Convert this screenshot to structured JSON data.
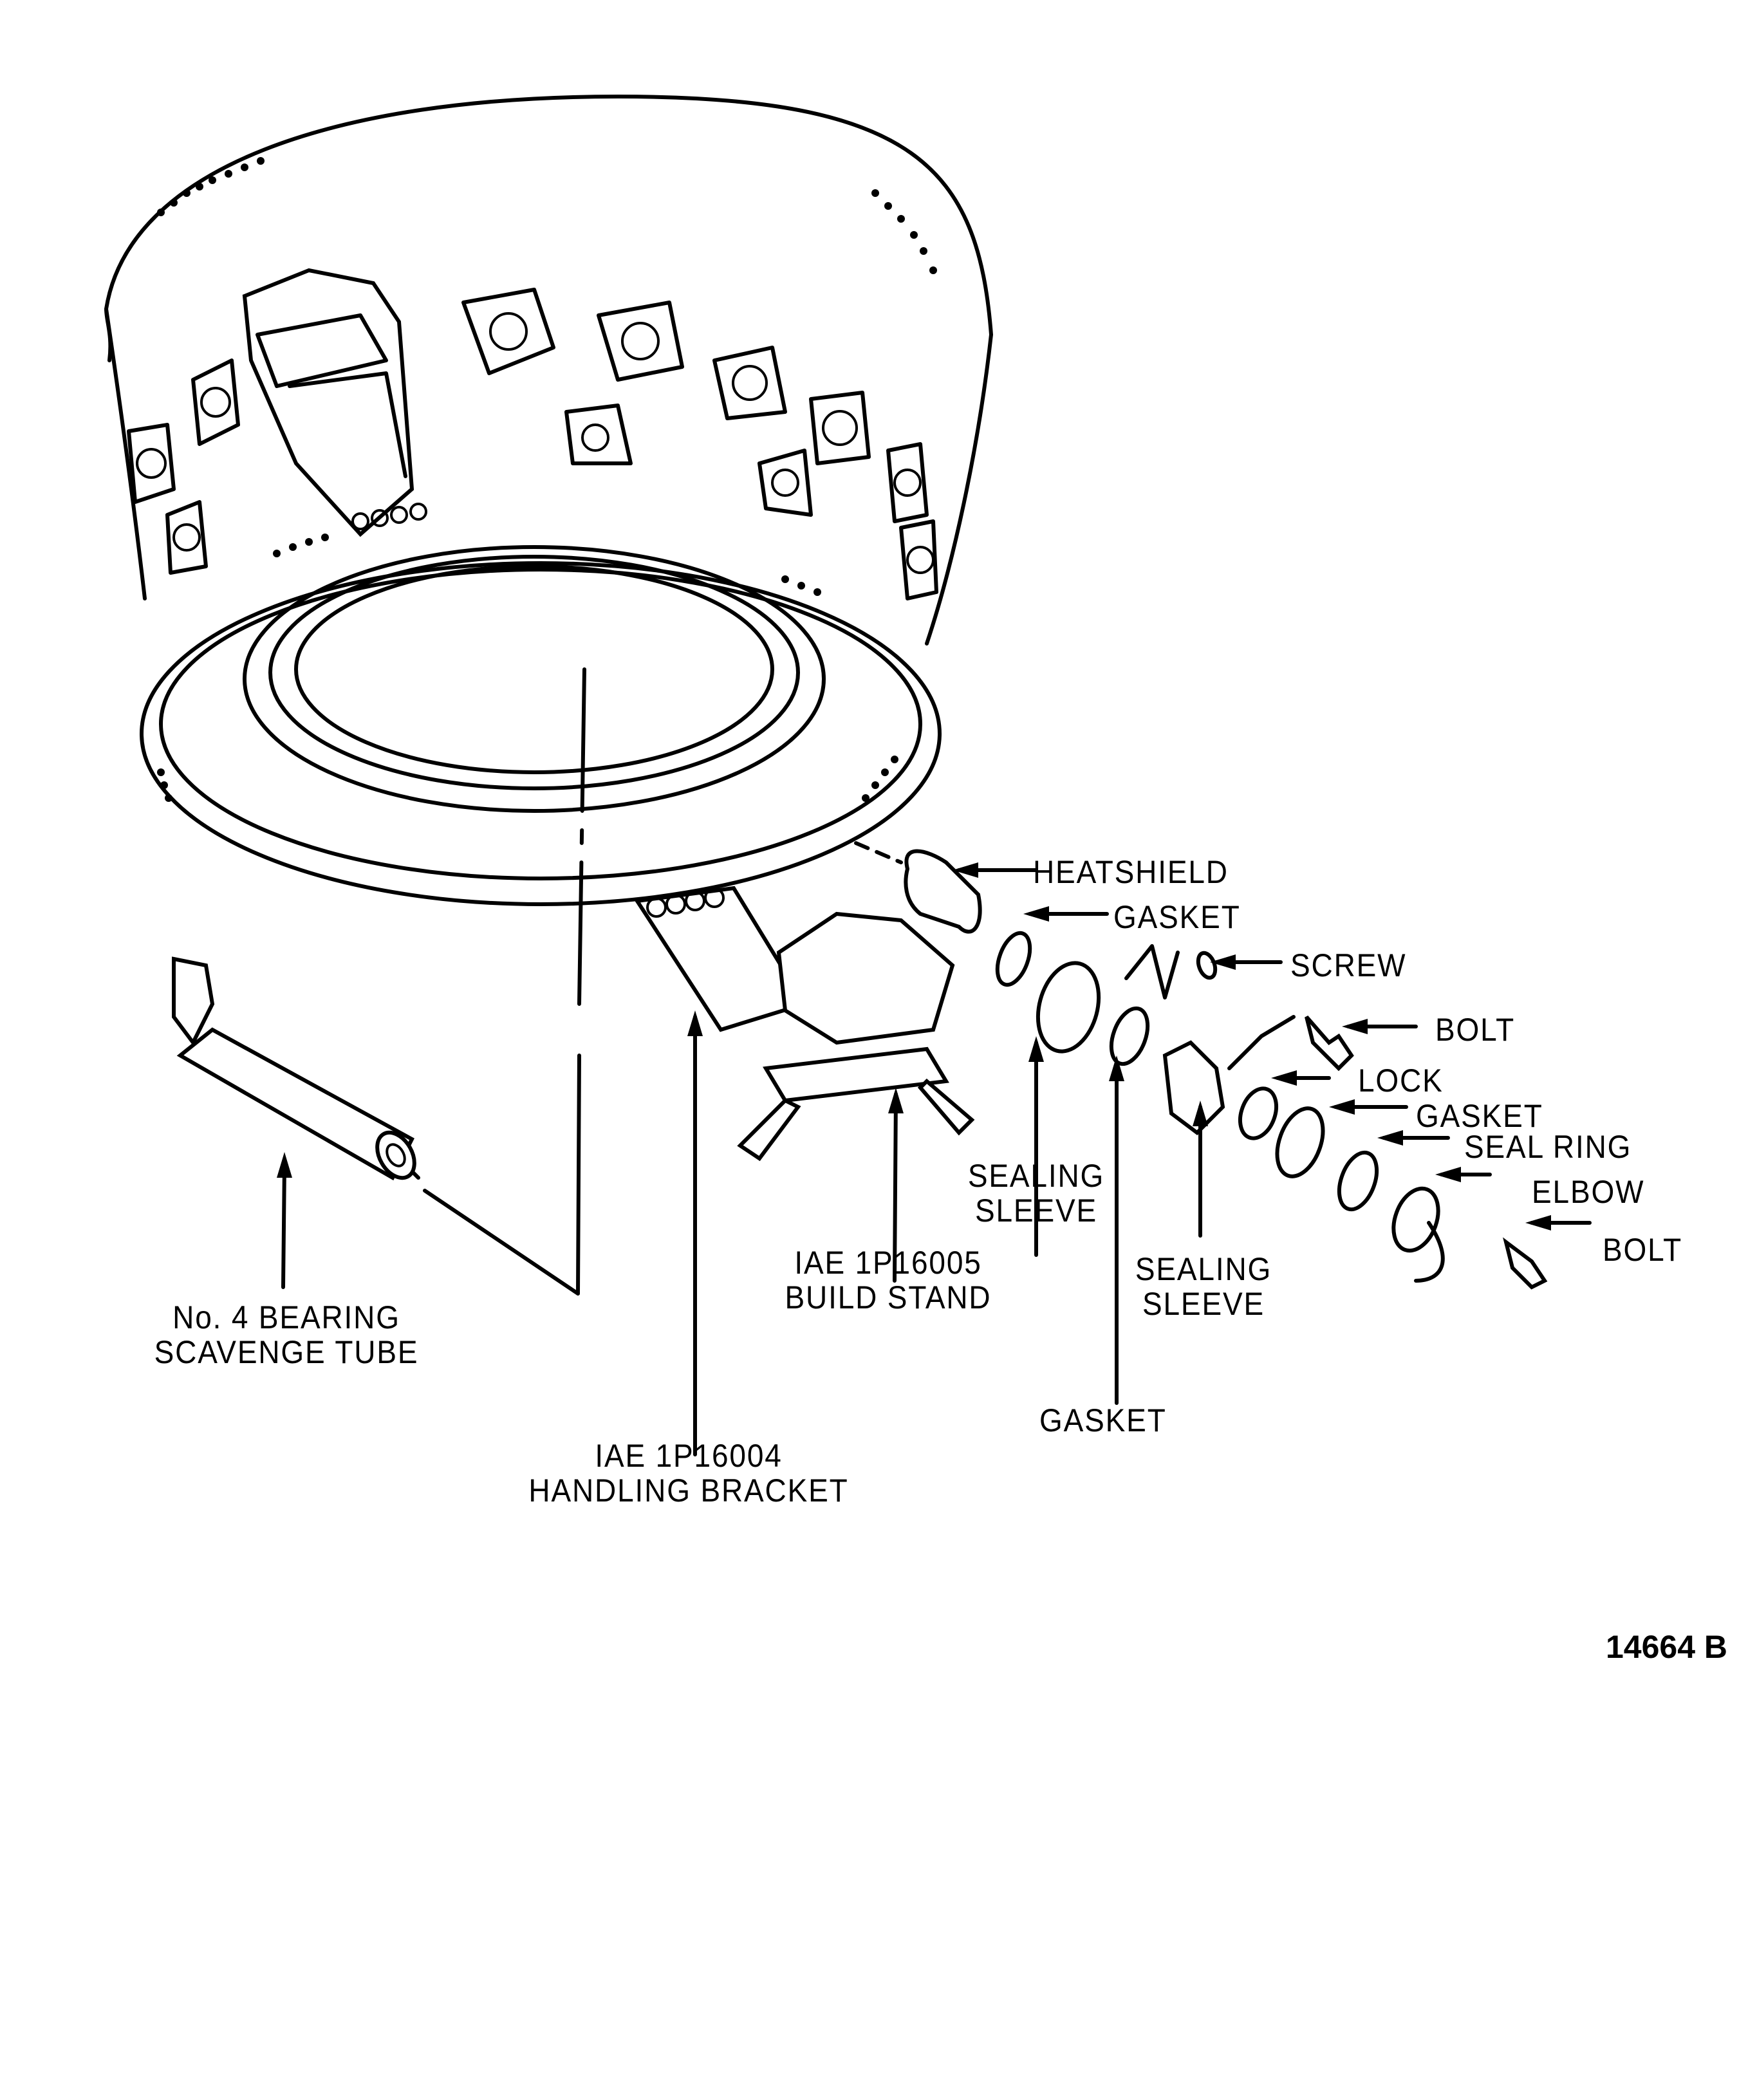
{
  "diagram": {
    "type": "exploded-parts-illustration",
    "subject": "Engine case with No. 4 bearing scavenge tube assembly"
  },
  "labels": {
    "heatshield": "HEATSHIELD",
    "gasket_1": "GASKET",
    "screw": "SCREW",
    "bolt_1": "BOLT",
    "lock": "LOCK",
    "gasket_2": "GASKET",
    "seal_ring": "SEAL RING",
    "elbow": "ELBOW",
    "bolt_2": "BOLT",
    "sealing_sleeve_1": [
      "SEALING",
      "SLEEVE"
    ],
    "sealing_sleeve_2": [
      "SEALING",
      "SLEEVE"
    ],
    "gasket_3": "GASKET",
    "build_stand": [
      "IAE 1P16005",
      "BUILD STAND"
    ],
    "handling_bracket": [
      "IAE 1P16004",
      "HANDLING BRACKET"
    ],
    "scavenge_tube": [
      "No. 4 BEARING",
      "SCAVENGE TUBE"
    ]
  },
  "figure_number": "14664 B"
}
